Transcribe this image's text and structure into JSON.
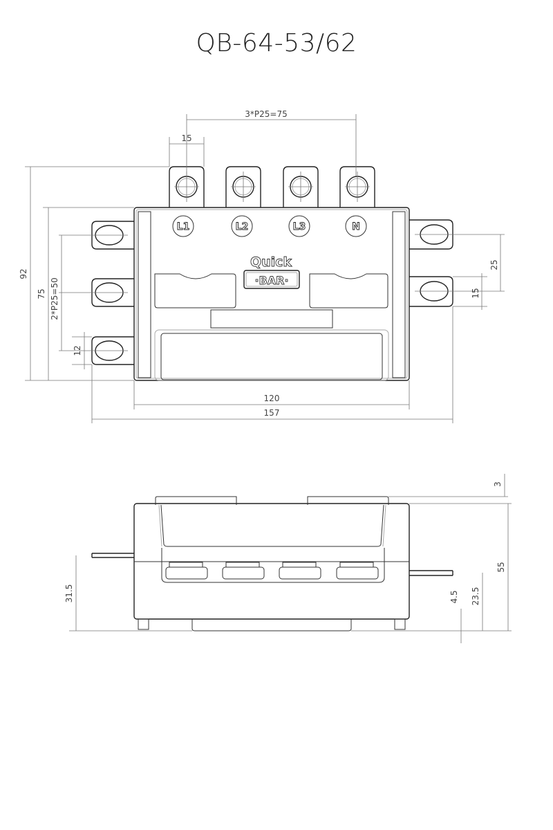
{
  "title": "QB-64-53/62",
  "top_view": {
    "terminal_labels": [
      "L1",
      "L2",
      "L3",
      "N"
    ],
    "logo": {
      "line1": "Quick",
      "line2": "·BAR·"
    },
    "dimensions": {
      "pitch_top": "3*P25=75",
      "tab_width": "15",
      "height_total": "92",
      "body_height": "75",
      "pitch_side": "2*P25=50",
      "side_tab": "12",
      "right_pitch": "25",
      "right_tab": "15",
      "body_width": "120",
      "total_width": "157"
    }
  },
  "side_view": {
    "dimensions": {
      "cover": "3",
      "height": "55",
      "left_pin": "31.5",
      "pin_thk": "4.5",
      "right_pin": "23.5"
    }
  }
}
